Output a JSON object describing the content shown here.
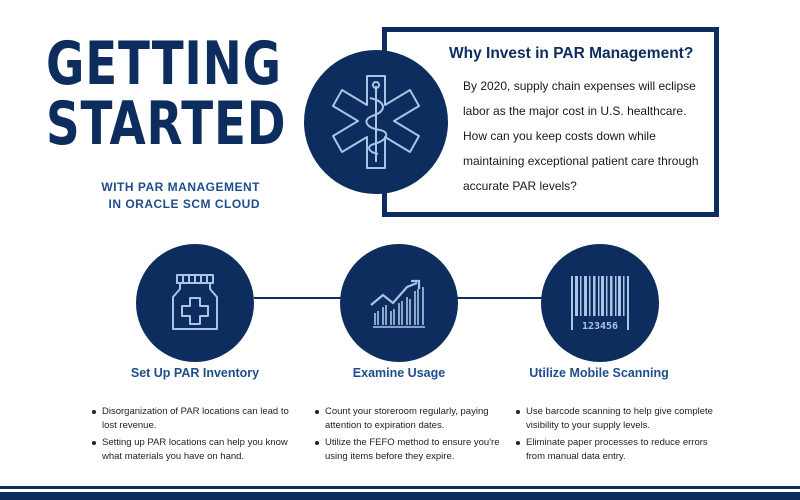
{
  "header": {
    "title_line1": "GETTING",
    "title_line2": "STARTED",
    "subtitle_line1": "WITH PAR MANAGEMENT",
    "subtitle_line2": "IN ORACLE SCM CLOUD"
  },
  "why": {
    "heading": "Why Invest in PAR Management?",
    "body": "By 2020, supply chain expenses will eclipse labor as the major cost in U.S. healthcare. How can you keep costs down while maintaining exceptional patient care through accurate PAR levels?",
    "icon": "star-of-life-icon"
  },
  "steps": [
    {
      "label": "Set Up PAR Inventory",
      "icon": "medicine-bottle-icon",
      "bullets": [
        "Disorganization of PAR locations can lead to lost revenue.",
        "Setting up PAR locations can help you know what materials you have on hand."
      ]
    },
    {
      "label": "Examine Usage",
      "icon": "bar-chart-trend-icon",
      "bullets": [
        "Count your storeroom regularly, paying attention to expiration dates.",
        "Utilize the FEFO method to ensure you're using items before they expire."
      ]
    },
    {
      "label": "Utilize Mobile Scanning",
      "icon": "barcode-icon",
      "barcode_number": "123456",
      "bullets": [
        "Use barcode scanning  to help give complete visibility to your supply levels.",
        "Eliminate paper processes to reduce errors from manual data entry."
      ]
    }
  ],
  "colors": {
    "navy": "#0d2d5e",
    "accent_blue": "#1f4e8c",
    "icon_stroke": "#a9c4e6"
  }
}
